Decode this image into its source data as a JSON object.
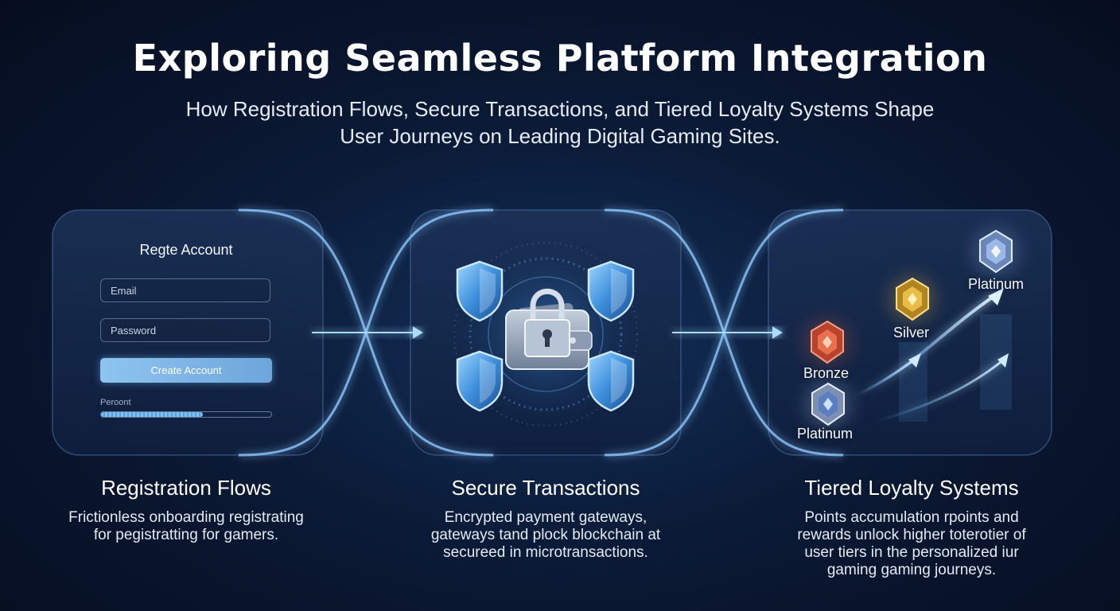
{
  "header": {
    "title": "Exploring Seamless Platform Integration",
    "subtitle_line1": "How Registration Flows, Secure Transactions, and Tiered Loyalty Systems Shape",
    "subtitle_line2": "User Journeys on Leading Digital Gaming Sites."
  },
  "registration_card": {
    "title": "Regte Account",
    "email_placeholder": "Email",
    "password_placeholder": "Password",
    "button_label": "Create Account",
    "progress_label": "Peroont",
    "progress_fraction": 0.6
  },
  "transactions_panel": {
    "icon": "wallet-lock-icon",
    "shield_icons": [
      "shield-icon",
      "shield-icon",
      "shield-icon",
      "shield-icon"
    ]
  },
  "loyalty_panel": {
    "tiers": [
      {
        "label": "Bronze",
        "color": "#d2553a"
      },
      {
        "label": "Silver",
        "color": "#e2b13a"
      },
      {
        "label": "Platinum",
        "color": "#8fb0e8"
      },
      {
        "label": "Platinum",
        "color": "#a9bde0"
      }
    ]
  },
  "sections": [
    {
      "heading": "Registration Flows",
      "desc_lines": [
        "Frictionless onboarding registrating",
        "for pegistratting for gamers."
      ]
    },
    {
      "heading": "Secure Transactions",
      "desc_lines": [
        "Encrypted payment gateways,",
        "gateways tand plock blockchain at",
        "secureed in microtransactions."
      ]
    },
    {
      "heading": "Tiered Loyalty Systems",
      "desc_lines": [
        "Points accumulation rpoints and",
        "rewards unlock higher toterotier of",
        "user tiers in the personalized iur",
        "gaming gaming journeys."
      ]
    }
  ],
  "colors": {
    "accent_glow": "#6fb8ff",
    "background": "#0b1a36"
  }
}
